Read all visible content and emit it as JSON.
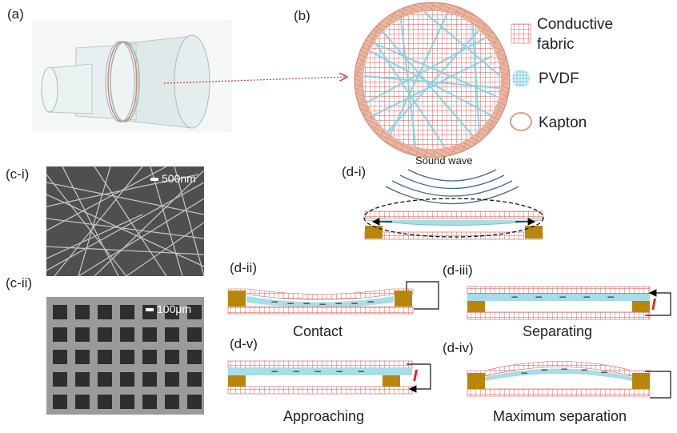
{
  "labels": {
    "a": "(a)",
    "b": "(b)",
    "ci": "(c-i)",
    "cii": "(c-ii)",
    "di": "(d-i)",
    "dii": "(d-ii)",
    "diii": "(d-iii)",
    "div": "(d-iv)",
    "dv": "(d-v)"
  },
  "legend": {
    "conductive_line1": "Conductive",
    "conductive_line2": "fabric",
    "pvdf": "PVDF",
    "kapton": "Kapton"
  },
  "sem": {
    "ci_scale": "500nm",
    "cii_scale": "100μm"
  },
  "sound_wave": "Sound wave",
  "states": {
    "contact": "Contact",
    "separating": "Separating",
    "approaching": "Approaching",
    "maximum_separation": "Maximum separation"
  },
  "current_symbol": "I",
  "colors": {
    "fabric": "#d9534f",
    "pvdf": "#a8dde8",
    "kapton": "#e8b7a0",
    "spacer": "#b8860b",
    "current": "#e02020"
  }
}
